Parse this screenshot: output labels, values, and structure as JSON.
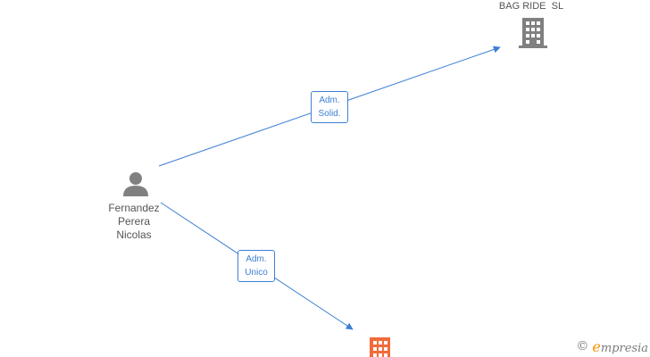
{
  "nodes": {
    "person": {
      "lines": [
        "Fernandez",
        "Perera",
        "Nicolas"
      ],
      "icon": "person-icon",
      "color": "#808080"
    },
    "company_top": {
      "name": "BAG RIDE  SL",
      "icon": "building-icon",
      "color": "#808080"
    },
    "company_bottom": {
      "name": "",
      "icon": "building-icon",
      "color": "#f26b3a"
    }
  },
  "edges": [
    {
      "from": "person",
      "to": "company_top",
      "label": [
        "Adm.",
        "Solid."
      ]
    },
    {
      "from": "person",
      "to": "company_bottom",
      "label": [
        "Adm.",
        "Unico"
      ]
    }
  ],
  "colors": {
    "edge": "#3d7fd4",
    "brand_accent": "#f39200"
  },
  "brand": {
    "copyright": "©",
    "first_letter": "e",
    "rest": "mpresia"
  }
}
